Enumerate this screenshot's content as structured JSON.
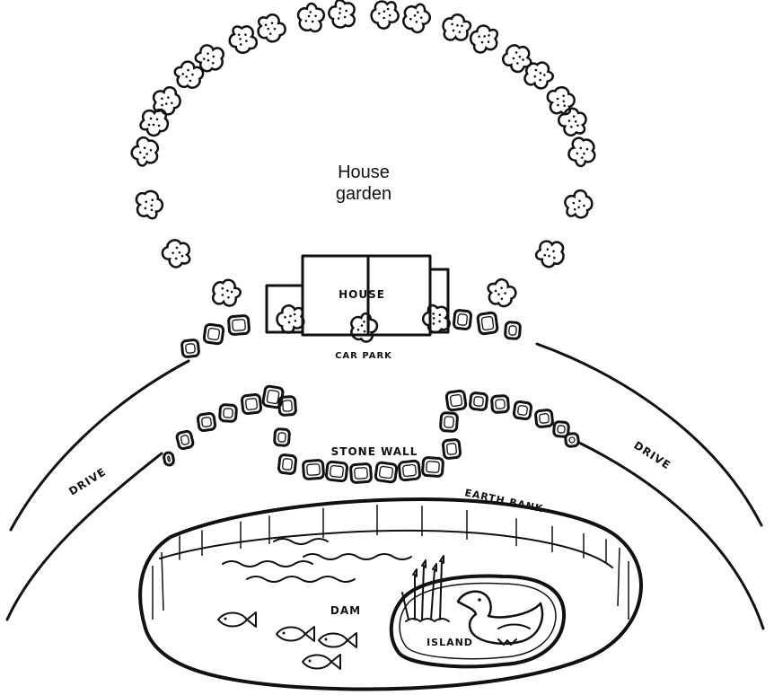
{
  "labels": {
    "house_garden_line1": "House",
    "house_garden_line2": "garden",
    "house": "HOUSE",
    "car_park": "CAR PARK",
    "stone_wall": "STONE WALL",
    "earth_bank": "EARTH BANK",
    "drive_left": "DRIVE",
    "drive_right": "DRIVE",
    "dam": "DAM",
    "island": "ISLAND"
  },
  "colors": {
    "ink": "#111111",
    "paper": "#ffffff"
  },
  "icons": {
    "shrub": "shrub-icon",
    "stone": "stone-icon",
    "fish": "fish-icon",
    "duck": "duck-icon",
    "reeds": "reeds-icon"
  }
}
